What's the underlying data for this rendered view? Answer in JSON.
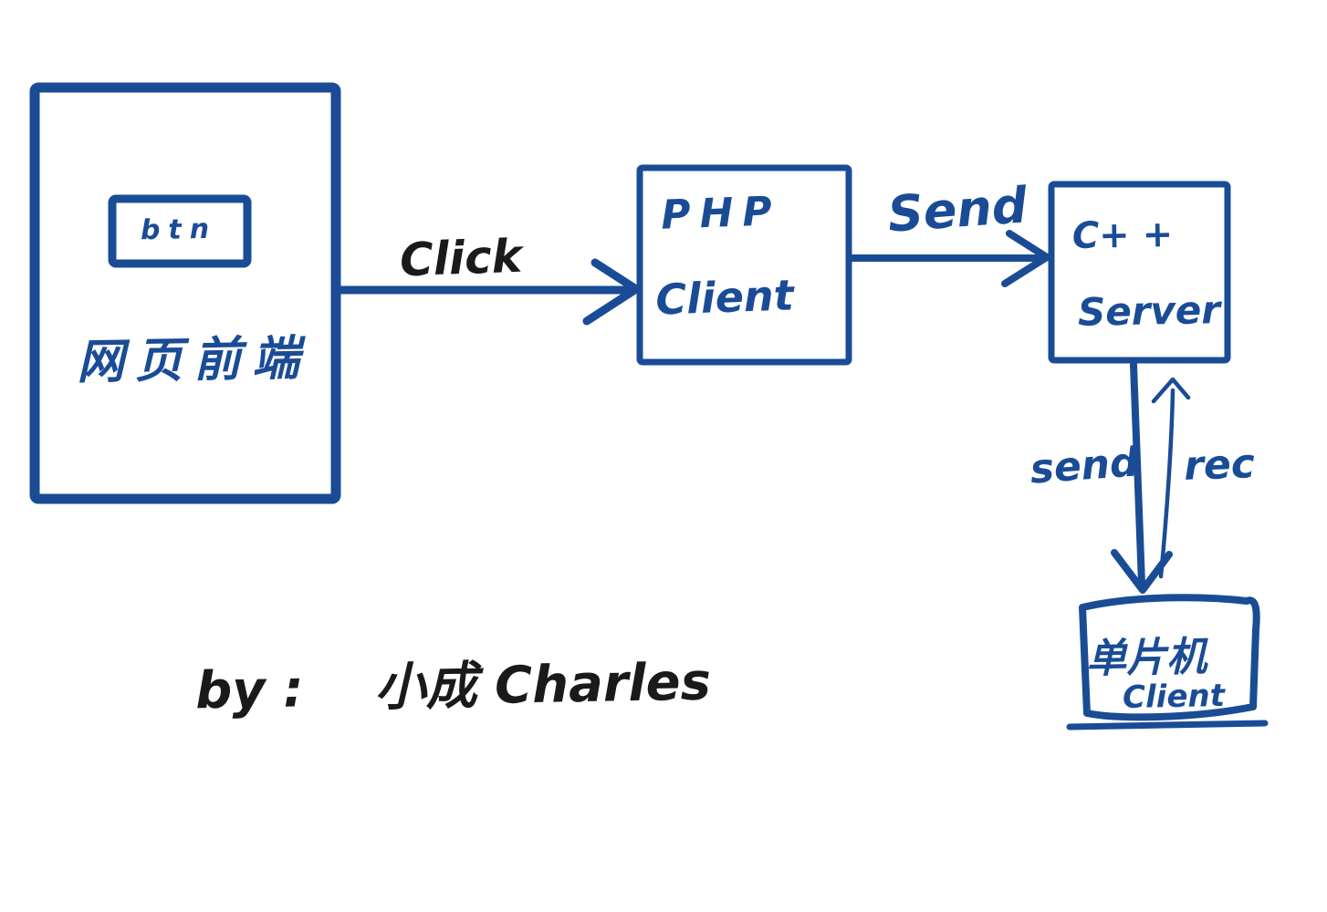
{
  "colors": {
    "ink_blue": "#1a4c96",
    "ink_black": "#1a1a1a",
    "background": "#ffffff"
  },
  "nodes": {
    "frontend": {
      "label": "网页前端",
      "button_label": "btn"
    },
    "php_client": {
      "line1": "PHP",
      "line2": "Client"
    },
    "cpp_server": {
      "line1": "C+ +",
      "line2": "Server"
    },
    "mcu_client": {
      "line1": "单片机",
      "line2": "Client"
    }
  },
  "edges": {
    "click": {
      "label": "Click"
    },
    "send": {
      "label": "Send"
    },
    "send_down": {
      "label": "send"
    },
    "rec_up": {
      "label": "rec"
    }
  },
  "signature": {
    "prefix": "by :",
    "author": "小成 Charles"
  }
}
